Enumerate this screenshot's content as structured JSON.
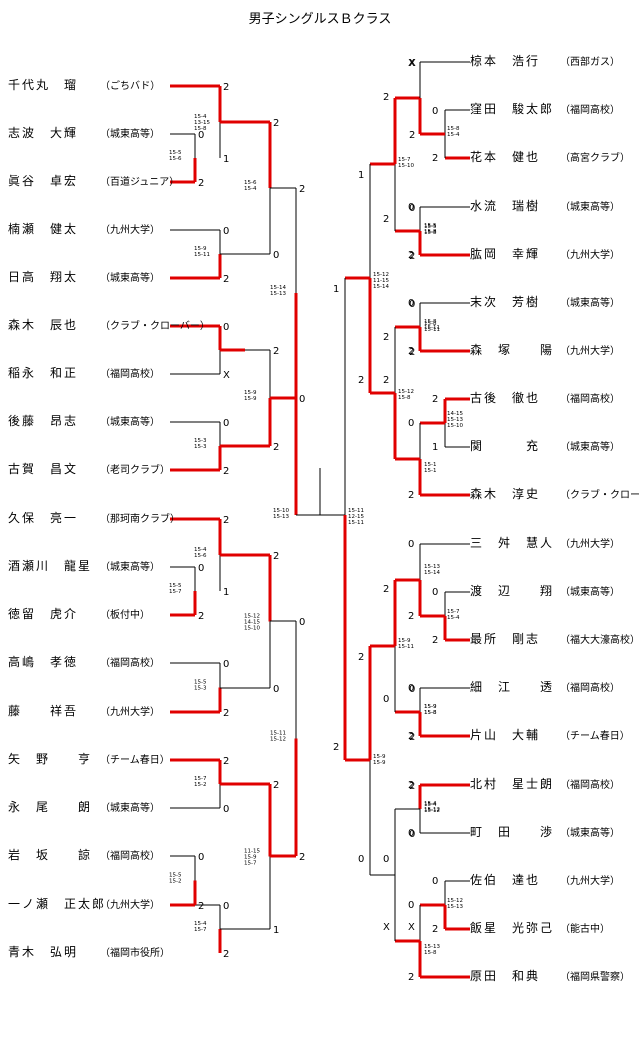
{
  "title": "男子シングルスＢクラス",
  "left_players": [
    {
      "name": "千代丸　瑠",
      "aff": "（ごちバド）"
    },
    {
      "name": "志波　大輝",
      "aff": "（城東高等）"
    },
    {
      "name": "眞谷　卓宏",
      "aff": "（百道ジュニア）"
    },
    {
      "name": "楠瀬　健太",
      "aff": "（九州大学）"
    },
    {
      "name": "日高　翔太",
      "aff": "（城東高等）"
    },
    {
      "name": "森木　辰也",
      "aff": "（クラブ・クローバー）"
    },
    {
      "name": "稲永　和正",
      "aff": "（福岡高校）"
    },
    {
      "name": "後藤　昂志",
      "aff": "（城東高等）"
    },
    {
      "name": "古賀　昌文",
      "aff": "（老司クラブ）"
    },
    {
      "name": "久保　亮一",
      "aff": "（那珂南クラブ）"
    },
    {
      "name": "酒瀬川　龍星",
      "aff": "（城東高等）"
    },
    {
      "name": "徳留　虎介",
      "aff": "（板付中）"
    },
    {
      "name": "高嶋　孝徳",
      "aff": "（福岡高校）"
    },
    {
      "name": "藤　　祥吾",
      "aff": "（九州大学）"
    },
    {
      "name": "矢　野　　亨",
      "aff": "（チーム春日）"
    },
    {
      "name": "永　尾　　朗",
      "aff": "（城東高等）"
    },
    {
      "name": "岩　坂　　諒",
      "aff": "（福岡高校）"
    },
    {
      "name": "一ノ瀬　正太郎",
      "aff": "（九州大学）"
    },
    {
      "name": "青木　弘明",
      "aff": "（福岡市役所）"
    }
  ],
  "right_players": [
    {
      "name": "椋本　浩行",
      "aff": "（西部ガス）"
    },
    {
      "name": "窪田　駿太郎",
      "aff": "（福岡高校）"
    },
    {
      "name": "花本　健也",
      "aff": "（高宮クラブ）"
    },
    {
      "name": "水流　瑞樹",
      "aff": "（城東高等）"
    },
    {
      "name": "肱岡　幸輝",
      "aff": "（九州大学）"
    },
    {
      "name": "末次　芳樹",
      "aff": "（城東高等）"
    },
    {
      "name": "森　塚　　陽",
      "aff": "（九州大学）"
    },
    {
      "name": "古後　徹也",
      "aff": "（福岡高校）"
    },
    {
      "name": "関　　　充",
      "aff": "（城東高等）"
    },
    {
      "name": "森木　淳史",
      "aff": "（クラブ・クローバー）"
    },
    {
      "name": "三　舛　慧人",
      "aff": "（九州大学）"
    },
    {
      "name": "渡　辺　　翔",
      "aff": "（城東高等）"
    },
    {
      "name": "最所　剛志",
      "aff": "（福大大濠高校）"
    },
    {
      "name": "細　江　　透",
      "aff": "（福岡高校）"
    },
    {
      "name": "片山　大輔",
      "aff": "（チーム春日）"
    },
    {
      "name": "北村　星士朗",
      "aff": "（福岡高校）"
    },
    {
      "name": "町　田　　渉",
      "aff": "（城東高等）"
    },
    {
      "name": "佐伯　達也",
      "aff": "（九州大学）"
    },
    {
      "name": "飯星　光弥己",
      "aff": "（能古中）"
    },
    {
      "name": "原田　和典",
      "aff": "（福岡県警察）"
    }
  ],
  "match_results": {
    "left": [
      {
        "a": "2",
        "b": "1",
        "ga": "15-4\n13-15\n15-8",
        "gb": ""
      },
      {
        "a": "0",
        "b": "2",
        "ga": "15-5\n15-6",
        "gb": ""
      },
      {
        "a": "0",
        "b": "2",
        "ga": "15-9\n15-11",
        "gb": ""
      },
      {
        "a": "2",
        "b": "0",
        "ga": "15-6\n15-4",
        "gb": ""
      },
      {
        "a": "0",
        "b": "X",
        "ga": "",
        "gb": ""
      },
      {
        "a": "0",
        "b": "2",
        "ga": "15-3\n15-3",
        "gb": ""
      },
      {
        "a": "2",
        "b": "2",
        "ga": "15-9\n15-9",
        "gb": ""
      },
      {
        "a": "2",
        "b": "0",
        "ga": "15-14\n15-13",
        "gb": ""
      },
      {
        "a": "2",
        "b": "1",
        "ga": "15-4\n15-6",
        "gb": ""
      },
      {
        "a": "0",
        "b": "2",
        "ga": "15-5\n15-7",
        "gb": ""
      },
      {
        "a": "0",
        "b": "2",
        "ga": "15-5\n15-3",
        "gb": ""
      },
      {
        "a": "2",
        "b": "0",
        "ga": "15-12\n14-15\n15-10",
        "gb": ""
      },
      {
        "a": "2",
        "b": "0",
        "ga": "15-7\n15-2",
        "gb": ""
      },
      {
        "a": "0",
        "b": "2",
        "ga": "15-4\n15-7",
        "gb": ""
      },
      {
        "a": "0",
        "b": "2",
        "ga": "15-5\n15-2",
        "gb": ""
      },
      {
        "a": "2",
        "b": "1",
        "ga": "11-15\n15-9\n15-7",
        "gb": ""
      },
      {
        "a": "0",
        "b": "2",
        "ga": "15-11\n15-12",
        "gb": ""
      },
      {
        "a": "2",
        "b": "0",
        "ga": "15-10\n15-13",
        "gb": ""
      }
    ],
    "right": [
      {
        "a": "X",
        "b": "2",
        "ga": "",
        "gb": ""
      },
      {
        "a": "0",
        "b": "2",
        "ga": "15-8\n15-4",
        "gb": ""
      },
      {
        "a": "0",
        "b": "2",
        "ga": "15-5\n15-8",
        "gb": ""
      },
      {
        "a": "1",
        "b": "2",
        "ga": "15-7\n15-10",
        "gb": ""
      },
      {
        "a": "0",
        "b": "2",
        "ga": "15-8\n15-11",
        "gb": ""
      },
      {
        "a": "0",
        "b": "1",
        "ga": "14-15\n15-13\n15-10",
        "gb": ""
      },
      {
        "a": "0",
        "b": "2",
        "ga": "15-1\n15-1",
        "gb": ""
      },
      {
        "a": "2",
        "b": "2",
        "ga": "15-12\n15-8",
        "gb": ""
      },
      {
        "a": "1",
        "b": "2",
        "ga": "15-12\n11-15\n15-14",
        "gb": ""
      },
      {
        "a": "0",
        "b": "2",
        "ga": "15-13\n15-14",
        "gb": ""
      },
      {
        "a": "0",
        "b": "2",
        "ga": "15-7\n15-4",
        "gb": ""
      },
      {
        "a": "2",
        "b": "0",
        "ga": "15-9\n15-11",
        "gb": ""
      },
      {
        "a": "0",
        "b": "2",
        "ga": "15-9\n15-8",
        "gb": ""
      },
      {
        "a": "2",
        "b": "0",
        "ga": "15-4\n15-12",
        "gb": ""
      },
      {
        "a": "0",
        "b": "2",
        "ga": "15-12\n15-13",
        "gb": ""
      },
      {
        "a": "X",
        "b": "2",
        "ga": "15-13\n15-8",
        "gb": ""
      },
      {
        "a": "2",
        "b": "0",
        "ga": "15-9\n15-9",
        "gb": ""
      },
      {
        "a": "0",
        "b": "2",
        "ga": "15-11\n12-15\n15-11",
        "gb": ""
      }
    ]
  },
  "colors": {
    "winner_line": "#e00000",
    "line": "#000000"
  }
}
